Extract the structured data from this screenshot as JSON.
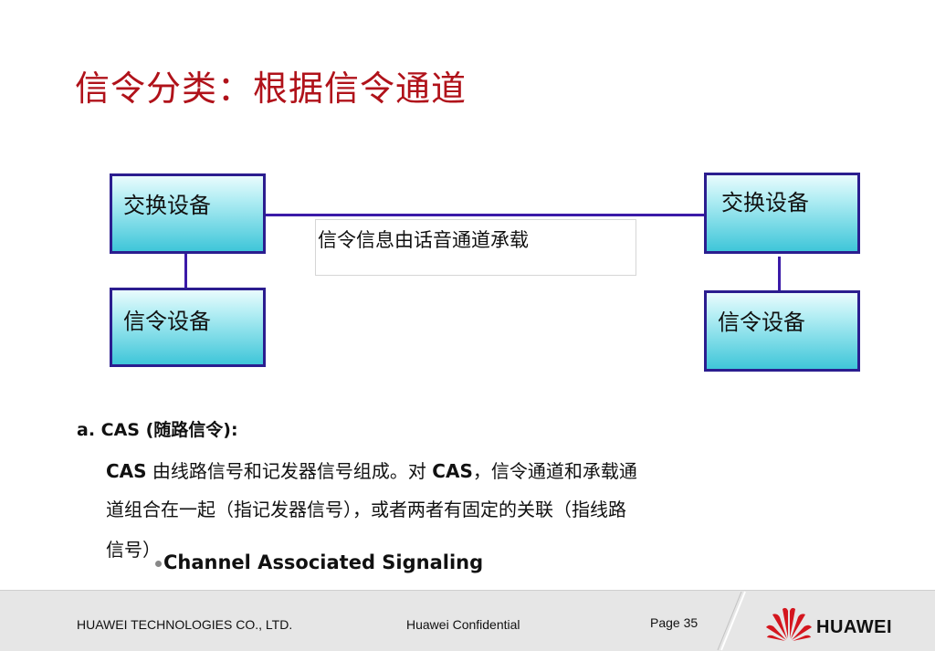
{
  "title": "信令分类：根据信令通道",
  "diagram": {
    "left_switch": "交换设备",
    "right_switch": "交换设备",
    "left_signaling": "信令设备",
    "right_signaling": "信令设备",
    "link_caption": "信令信息由话音通道承载"
  },
  "body": {
    "heading": "a. CAS (随路信令):",
    "line1_strong1": "CAS",
    "line1_text1": " 由线路信号和记发器信号组成。对 ",
    "line1_strong2": "CAS",
    "line1_text2": "，信令通道和承载通",
    "line2": "道组合在一起（指记发器信号），或者两者有固定的关联（指线路",
    "line3": "信号）",
    "bullet": "Channel Associated Signaling"
  },
  "footer": {
    "company": "HUAWEI TECHNOLOGIES CO., LTD.",
    "confidential": "Huawei Confidential",
    "page": "Page 35",
    "logo_text": "HUAWEI"
  },
  "colors": {
    "title": "#b0121a",
    "box_border": "#2b1d8f",
    "box_fill": "#3fc6d9",
    "connector": "#3b1aa8",
    "logo_red": "#d4161e"
  }
}
